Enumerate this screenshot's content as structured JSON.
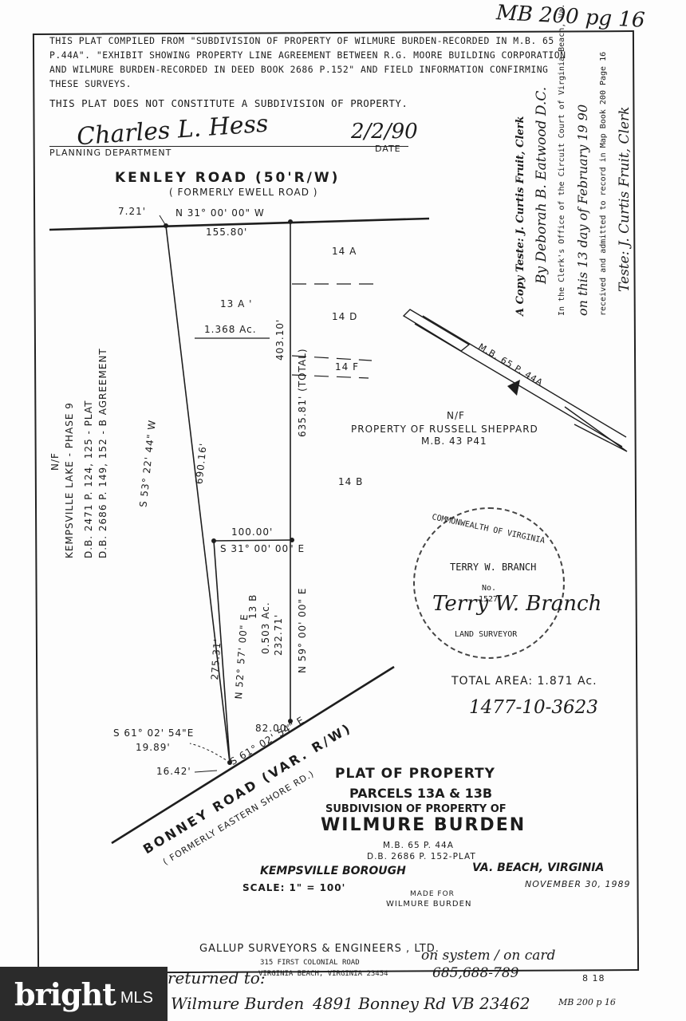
{
  "header_handwritten": "MB 200 pg 16",
  "notes": {
    "line1": "THIS PLAT COMPILED FROM \"SUBDIVISION OF PROPERTY OF WILMURE BURDEN-RECORDED IN M.B. 65",
    "line2": "P.44A\". \"EXHIBIT SHOWING PROPERTY LINE AGREEMENT BETWEEN R.G. MOORE BUILDING CORPORATION",
    "line3": "AND WILMURE BURDEN-RECORDED IN DEED BOOK 2686 P.152\" AND FIELD INFORMATION CONFIRMING",
    "line4": "THESE SURVEYS.",
    "disclaimer": "THIS PLAT DOES NOT CONSTITUTE A SUBDIVISION OF PROPERTY."
  },
  "signature": {
    "name": "Charles L. Hess",
    "date": "2/2/90",
    "dept_label": "PLANNING DEPARTMENT",
    "date_label": "DATE"
  },
  "roads": {
    "kenley": "KENLEY   ROAD   (50'R/W)",
    "kenley_former": "( FORMERLY EWELL ROAD )",
    "bonney": "BONNEY  ROAD  (VAR. R/W)",
    "bonney_former": "( FORMERLY EASTERN SHORE RD.)"
  },
  "measurements": {
    "top_offset": "7.21'",
    "top_bearing": "N 31° 00' 00\" W",
    "top_dist": "155.80'",
    "west_bearing": "S 53° 22' 44\" W",
    "west_dist": "690.16'",
    "east_dist1": "403.10'",
    "east_total": "635.81' (TOTAL)",
    "mid_dist": "100.00'",
    "mid_bearing": "S 31° 00' 00\" E",
    "p13b_west": "275.31'",
    "p13b_bearing": "N 52° 57' 00\" E",
    "p13b_east": "N 59° 00' 00\" E",
    "p13b_east_dist": "232.71'",
    "bottom_dist": "82.00'",
    "bottom_bearing": "S 61° 02' 54\" E",
    "bl_bearing": "S 61° 02' 54\"E",
    "bl_dist": "19.89'",
    "bl_offset": "16.42'"
  },
  "parcels": {
    "p13a": "13 A '",
    "p13a_area": "1.368 Ac.",
    "p13b": "13 B",
    "p13b_area": "0.503 Ac.",
    "p14a": "14 A",
    "p14d": "14 D",
    "p14f": "14 F",
    "p14b": "14 B"
  },
  "neighbors": {
    "west_nf": "N/F",
    "west_line1": "KEMPSVILLE LAKE - PHASE 9",
    "west_line2": "D.B. 2471  P. 124, 125 - PLAT",
    "west_line3": "D.B. 2686  P. 149, 152 - B AGREEMENT",
    "east_nf": "N/F",
    "east_owner": "PROPERTY OF RUSSELL SHEPPARD",
    "east_ref": "M.B. 43 P41",
    "arrow_ref": "M.B. 65  P. 44A"
  },
  "recording": {
    "line1": "A Copy Teste: J. Curtis Fruit, Clerk",
    "line2": "By Deborah B. Eatwood D.C.",
    "line3": "In the Clerk's Office of the Circuit Court of Virginia Beach, Va. This Plat was",
    "line4": "on this 13 day of February 19 90",
    "line5": "received and admitted to record in Map Book 200 Page 16",
    "line6": "Teste: J. Curtis Fruit, Clerk"
  },
  "seal": {
    "top": "COMMONWEALTH OF VIRGINIA",
    "name": "TERRY W. BRANCH",
    "no_label": "No.",
    "number": "1527",
    "bottom": "LAND SURVEYOR",
    "signature": "Terry W. Branch"
  },
  "totals": {
    "area": "TOTAL AREA: 1.871 Ac.",
    "gpin": "1477-10-3623"
  },
  "title_block": {
    "title": "PLAT  OF  PROPERTY",
    "parcels": "PARCELS  13A & 13B",
    "sub": "SUBDIVISION OF PROPERTY OF",
    "owner": "WILMURE  BURDEN",
    "ref1": "M.B. 65  P. 44A",
    "ref2": "D.B. 2686  P. 152-PLAT",
    "borough": "KEMPSVILLE BOROUGH",
    "city": "VA. BEACH, VIRGINIA",
    "scale": "SCALE:  1\" = 100'",
    "date": "NOVEMBER 30, 1989",
    "made_for": "MADE FOR",
    "client": "WILMURE BURDEN"
  },
  "surveyor": {
    "firm": "GALLUP  SURVEYORS & ENGINEERS ,  LTD.",
    "address1": "315 FIRST COLONIAL ROAD",
    "address2": "VIRGINIA BEACH, VIRGINIA 23454",
    "handwritten1": "on system / on card",
    "phone": "685,688-789",
    "sheet": "8  18"
  },
  "footer_hand": {
    "returned": "returned to:",
    "owner": "Wilmure Burden",
    "address": "4891 Bonney Rd  VB 23462",
    "tail": "MB 200 p 16"
  },
  "brand": {
    "word": "bright",
    "suffix": "MLS"
  }
}
